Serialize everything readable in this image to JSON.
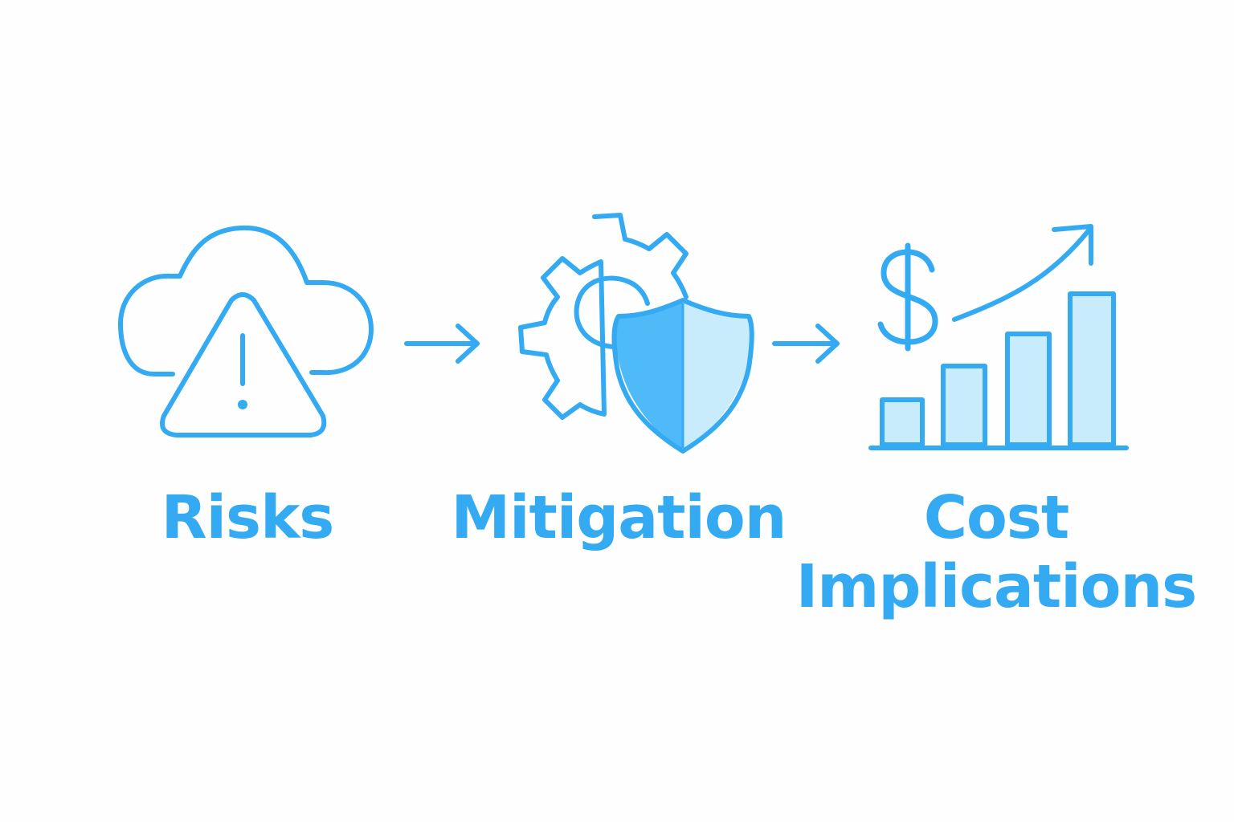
{
  "colors": {
    "accent": "#33aaf2",
    "fill_dark": "#4fbaf8",
    "fill_light": "#c8ecfc",
    "background": "#fefefe"
  },
  "steps": [
    {
      "icon": "cloud-warning-icon",
      "label": "Risks"
    },
    {
      "icon": "gear-shield-icon",
      "label": "Mitigation"
    },
    {
      "icon": "dollar-growth-chart-icon",
      "label_lines": [
        "Cost",
        "Implications"
      ]
    }
  ],
  "connectors": [
    "arrow-right-icon",
    "arrow-right-icon"
  ]
}
